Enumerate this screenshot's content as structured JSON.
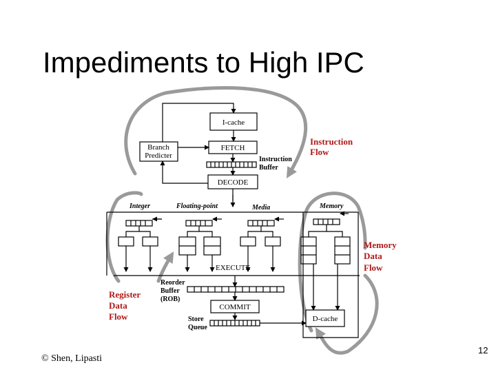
{
  "slide": {
    "title": "Impediments to High IPC",
    "footer_left": "© Shen, Lipasti",
    "page_number": "12"
  },
  "diagram": {
    "blocks": {
      "icache": "I-cache",
      "fetch": "FETCH",
      "branch_predictor": [
        "Branch",
        "Predicter"
      ],
      "instruction_buffer": [
        "Instruction",
        "Buffer"
      ],
      "decode": "DECODE",
      "execute": "EXECUTE",
      "reorder_buffer": [
        "Reorder",
        "Buffer",
        "(ROB)"
      ],
      "commit": "COMMIT",
      "store_queue": [
        "Store",
        "Queue"
      ],
      "dcache": "D-cache"
    },
    "unit_types": [
      "Integer",
      "Floating-point",
      "Media",
      "Memory"
    ],
    "flows": {
      "instruction": [
        "Instruction",
        "Flow"
      ],
      "register_data": [
        "Register",
        "Data",
        "Flow"
      ],
      "memory_data": [
        "Memory",
        "Data",
        "Flow"
      ]
    },
    "colors": {
      "flow_label": "#b01818",
      "flow_arrow": "#9a9a9a"
    }
  }
}
